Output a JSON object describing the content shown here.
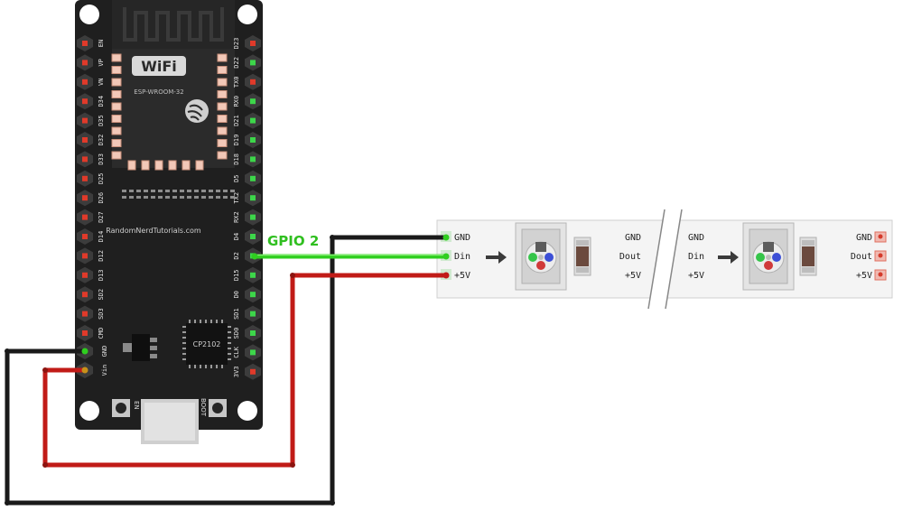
{
  "board": {
    "left_pins": [
      "EN",
      "VP",
      "VN",
      "D34",
      "D35",
      "D32",
      "D33",
      "D25",
      "D26",
      "D27",
      "D14",
      "D12",
      "D13",
      "SD2",
      "SD3",
      "CMD"
    ],
    "right_pins": [
      "D23",
      "D22",
      "TX0",
      "RX0",
      "D21",
      "D19",
      "D18",
      "D5",
      "TX2",
      "RX2",
      "D4",
      "D2",
      "D15",
      "D0",
      "SD1",
      "SD0",
      "CLK",
      "3V3"
    ],
    "power_pins": [
      "GND",
      "Vin"
    ],
    "wifi_logo": "WiFi",
    "module_label": "ESP-WROOM-32",
    "credit": "RandomNerdTutorials.com",
    "chip_label": "CP2102",
    "en_button": "EN",
    "boot_button": "BOOT"
  },
  "wire_label": "GPIO 2",
  "strip": {
    "seg1_in": [
      "GND",
      "Din",
      "+5V"
    ],
    "seg1_out": [
      "GND",
      "Dout",
      "+5V"
    ],
    "seg2_in": [
      "GND",
      "Din",
      "+5V"
    ],
    "seg2_out": [
      "GND",
      "Dout",
      "+5V"
    ]
  },
  "colors": {
    "board": "#1f1f1f",
    "gnd_wire": "#1a1a1a",
    "data_wire": "#2fce1f",
    "power_wire": "#c11b17",
    "strip_bg": "#f4f4f4"
  }
}
